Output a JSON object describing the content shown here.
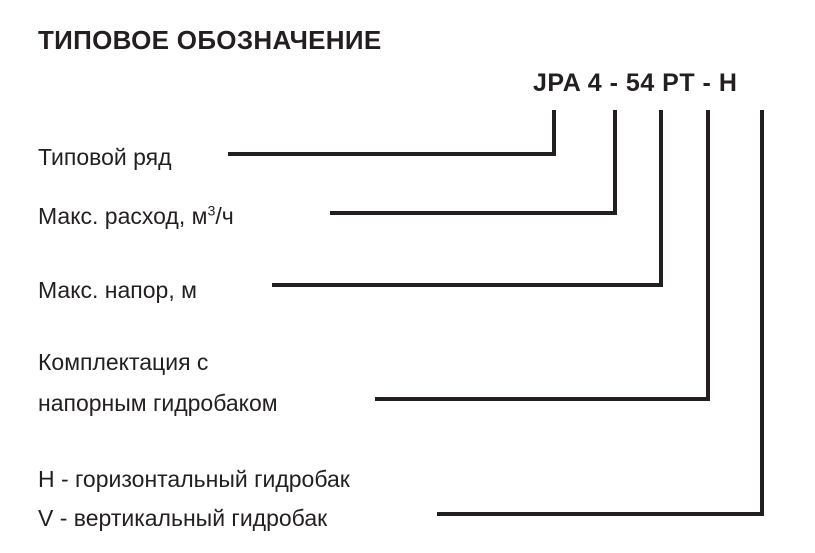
{
  "diagram": {
    "title": "ТИПОВОЕ ОБОЗНАЧЕНИЕ",
    "model_code": "JPA 4 - 54 PT - H",
    "accent_color": "#231f20",
    "background_color": "#ffffff",
    "callouts": [
      {
        "id": "type-series",
        "label": "Типовой ряд",
        "code_segment": "JPA"
      },
      {
        "id": "max-flow",
        "label_prefix": "Макс. расход, м",
        "label_superscript": "3",
        "label_suffix": "/ч",
        "label_full": "Макс. расход, м3/ч",
        "code_segment": "4"
      },
      {
        "id": "max-head",
        "label": "Макс. напор, м",
        "code_segment": "54"
      },
      {
        "id": "pressure-tank",
        "label_line1": "Комплектация с",
        "label_line2": "напорным гидробаком",
        "code_segment": "PT"
      },
      {
        "id": "tank-orientation",
        "label_line1": "H - горизонтальный гидробак",
        "label_line2": "V - вертикальный гидробак",
        "code_segment": "H"
      }
    ]
  }
}
